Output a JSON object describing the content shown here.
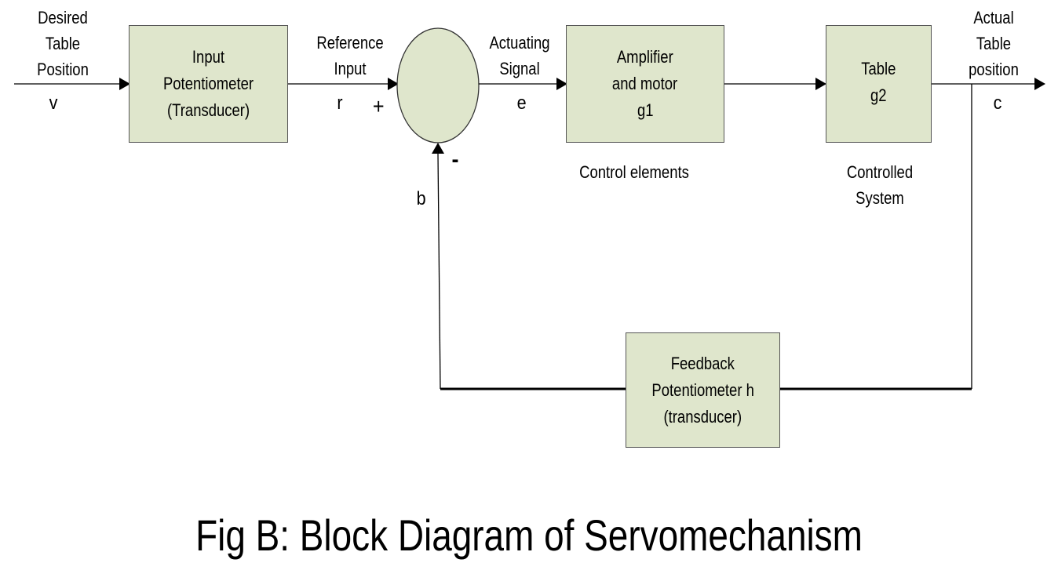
{
  "diagram": {
    "caption": "Fig B: Block Diagram of Servomechanism",
    "colors": {
      "block_fill": "#dfe6cc",
      "block_border": "#555555",
      "line": "#000000"
    },
    "blocks": {
      "input_potentiometer": [
        "Input",
        "Potentiometer",
        "(Transducer)"
      ],
      "amplifier_motor": [
        "Amplifier",
        "and motor",
        "g1"
      ],
      "table": [
        "Table",
        "g2"
      ],
      "feedback_potentiometer": [
        "Feedback",
        "Potentiometer   h",
        "(transducer)"
      ]
    },
    "signals": {
      "desired": [
        "Desired",
        "Table",
        "Position"
      ],
      "desired_symbol": "v",
      "reference": [
        "Reference",
        "Input"
      ],
      "reference_symbol": "r",
      "plus_sign": "+",
      "minus_sign": "-",
      "actuating": [
        "Actuating",
        "Signal"
      ],
      "actuating_symbol": "e",
      "actual": [
        "Actual",
        "Table",
        "position"
      ],
      "actual_symbol": "c",
      "feedback_symbol": "b"
    },
    "group_labels": {
      "control_elements": "Control elements",
      "controlled_system": [
        "Controlled",
        "System"
      ]
    }
  }
}
